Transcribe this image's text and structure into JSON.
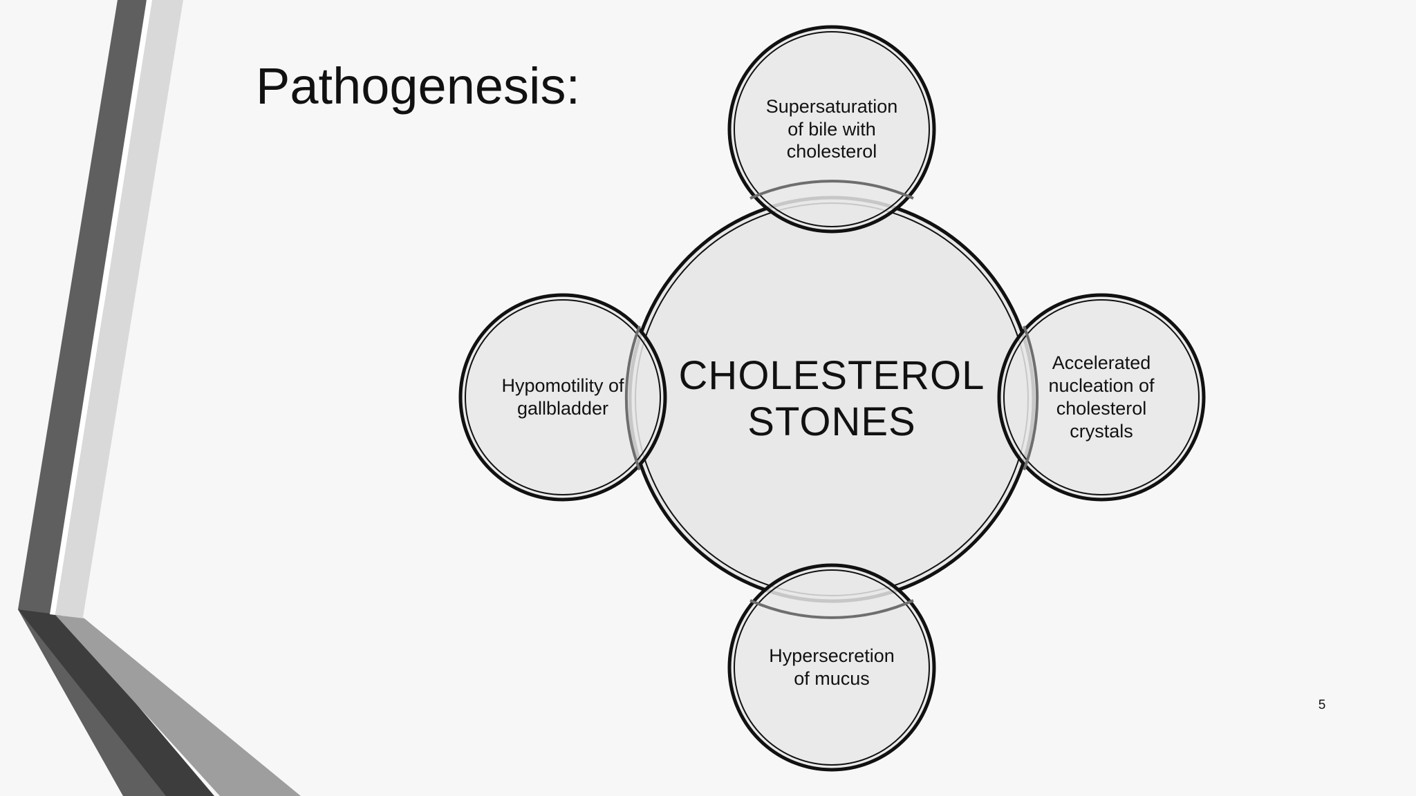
{
  "slide": {
    "title": "Pathogenesis:",
    "number": "5"
  },
  "diagram": {
    "center": "CHOLESTEROL\nSTONES",
    "nodes": {
      "top": "Supersaturation\nof bile with\ncholesterol",
      "right": "Accelerated\nnucleation of\ncholesterol\ncrystals",
      "bottom": "Hypersecretion\nof mucus",
      "left": "Hypomotility of\ngallbladder"
    }
  }
}
